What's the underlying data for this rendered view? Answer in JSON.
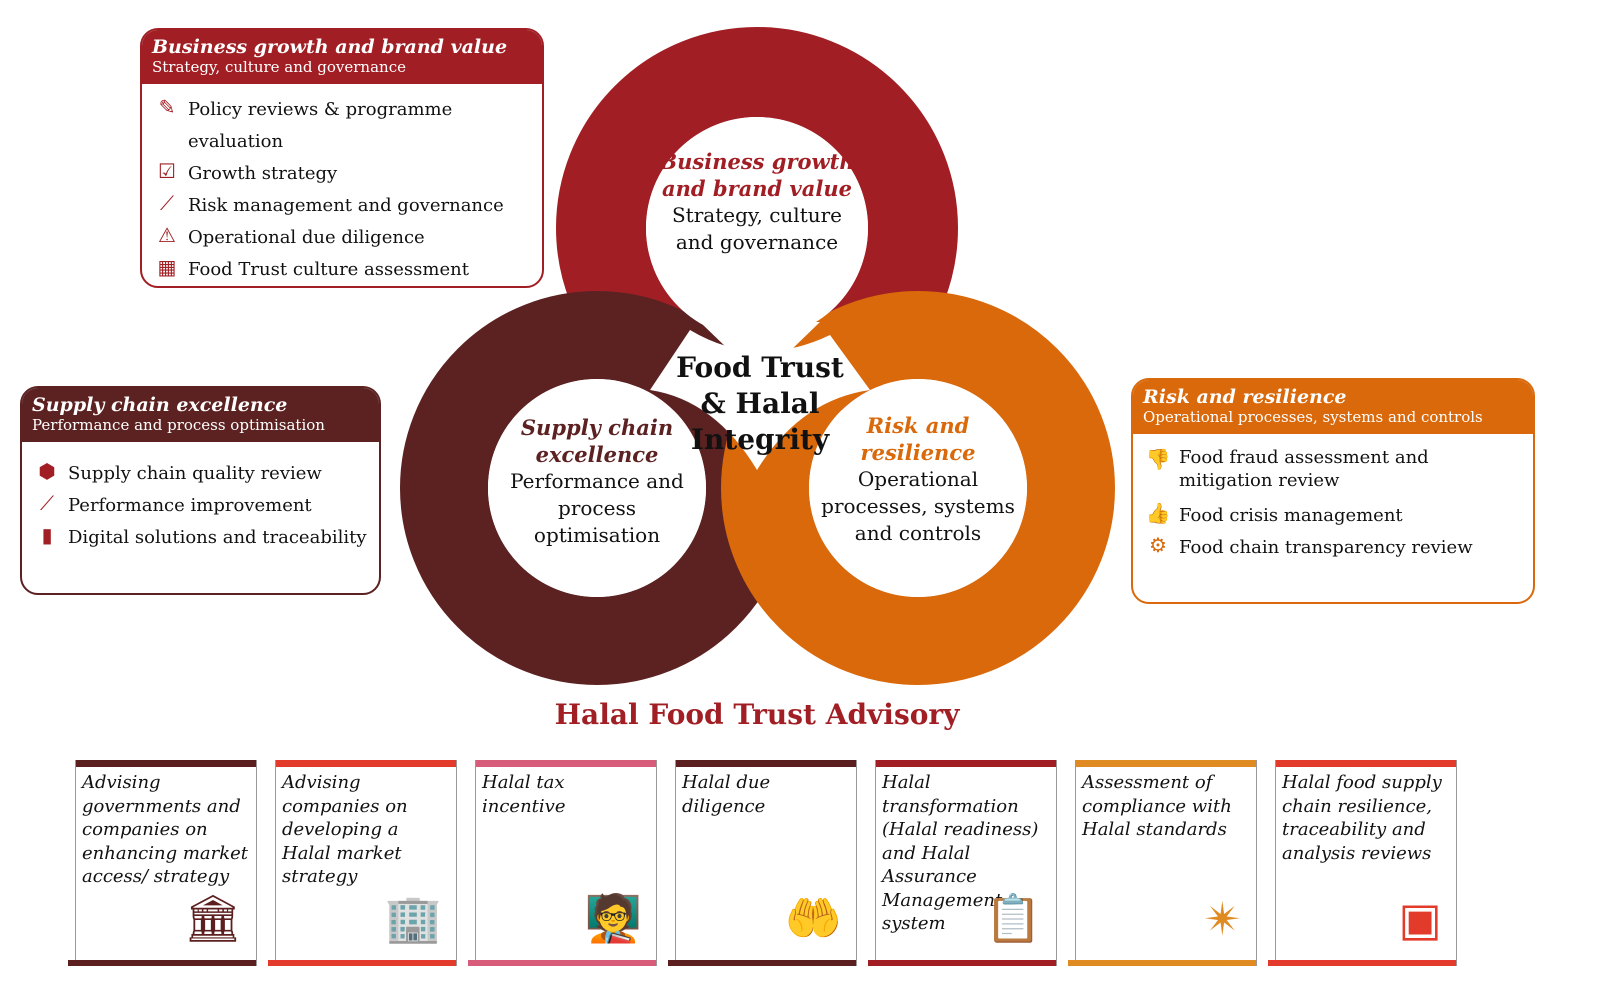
{
  "colors": {
    "red": "#a11f24",
    "brown": "#5c2222",
    "orange": "#d9690b"
  },
  "center_title": "Food Trust & Halal Integrity",
  "circles": {
    "business": {
      "title": "Business growth and brand value",
      "sub": "Strategy, culture and governance"
    },
    "supply": {
      "title": "Supply chain excellence",
      "sub": "Performance and process optimisation"
    },
    "risk": {
      "title": "Risk and resilience",
      "sub": "Operational processes, systems and controls"
    }
  },
  "boxes": {
    "business": {
      "title": "Business growth and brand value",
      "sub": "Strategy, culture and governance",
      "items": [
        {
          "icon": "document-pen-icon",
          "label": "Policy reviews & programme evaluation"
        },
        {
          "icon": "clipboard-check-icon",
          "label": "Growth strategy"
        },
        {
          "icon": "line-chart-icon",
          "label": "Risk management and governance"
        },
        {
          "icon": "warning-icon",
          "label": "Operational due diligence"
        },
        {
          "icon": "calculator-icon",
          "label": "Food Trust culture assessment"
        }
      ]
    },
    "supply": {
      "title": "Supply chain excellence",
      "sub": "Performance and process optimisation",
      "items": [
        {
          "icon": "box-icon",
          "label": "Supply chain quality review"
        },
        {
          "icon": "chart-icon",
          "label": "Performance improvement"
        },
        {
          "icon": "mobile-icon",
          "label": "Digital solutions and traceability"
        }
      ]
    },
    "risk": {
      "title": "Risk and resilience",
      "sub": "Operational processes, systems and controls",
      "items": [
        {
          "icon": "thumbs-down-icon",
          "label": "Food fraud assessment and mitigation review"
        },
        {
          "icon": "thumbs-up-icon",
          "label": "Food crisis management"
        },
        {
          "icon": "gears-icon",
          "label": "Food chain transparency review"
        }
      ]
    }
  },
  "advisory": {
    "title": "Halal Food Trust Advisory",
    "tiles": [
      {
        "label": "Advising governments and companies on enhancing market access/ strategy",
        "icon": "government-building-icon",
        "color": "#5c1f1f"
      },
      {
        "label": "Advising companies on developing a Halal market strategy",
        "icon": "office-building-icon",
        "color": "#e23b2b"
      },
      {
        "label": "Halal tax incentive",
        "icon": "presenter-icon",
        "color": "#d65c7a"
      },
      {
        "label": "Halal due diligence",
        "icon": "halal-hands-icon",
        "color": "#5c1f1f"
      },
      {
        "label": "Halal transformation (Halal readiness) and Halal Assurance Management system",
        "icon": "clipboard-check-icon",
        "color": "#a11f24"
      },
      {
        "label": "Assessment of compliance with Halal standards",
        "icon": "halal-badge-icon",
        "color": "#e08a22"
      },
      {
        "label": "Halal food supply chain resilience, traceability and analysis reviews",
        "icon": "conveyor-icon",
        "color": "#e23b2b"
      }
    ]
  }
}
